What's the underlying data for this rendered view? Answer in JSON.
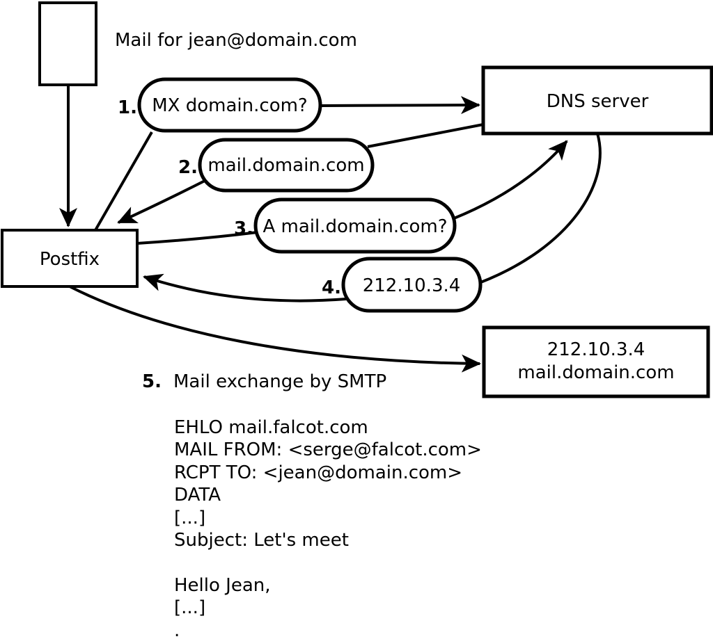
{
  "diagram": {
    "title": "Mail for jean@domain.com",
    "nodes": {
      "envelope": "",
      "postfix": "Postfix",
      "dns_server": "DNS server",
      "mail_server_line1": "212.10.3.4",
      "mail_server_line2": "mail.domain.com"
    },
    "steps": [
      {
        "num": "1.",
        "label": "MX domain.com?"
      },
      {
        "num": "2.",
        "label": "mail.domain.com"
      },
      {
        "num": "3.",
        "label": "A mail.domain.com?"
      },
      {
        "num": "4.",
        "label": "212.10.3.4"
      },
      {
        "num": "5.",
        "label": "Mail exchange by SMTP"
      }
    ],
    "smtp_session": "EHLO mail.falcot.com\nMAIL FROM: <serge@falcot.com>\nRCPT TO: <jean@domain.com>\nDATA\n[...]\nSubject: Let's meet\n\nHello Jean,\n[...]\n."
  },
  "colors": {
    "line": "#000000",
    "fill": "#ffffff"
  }
}
